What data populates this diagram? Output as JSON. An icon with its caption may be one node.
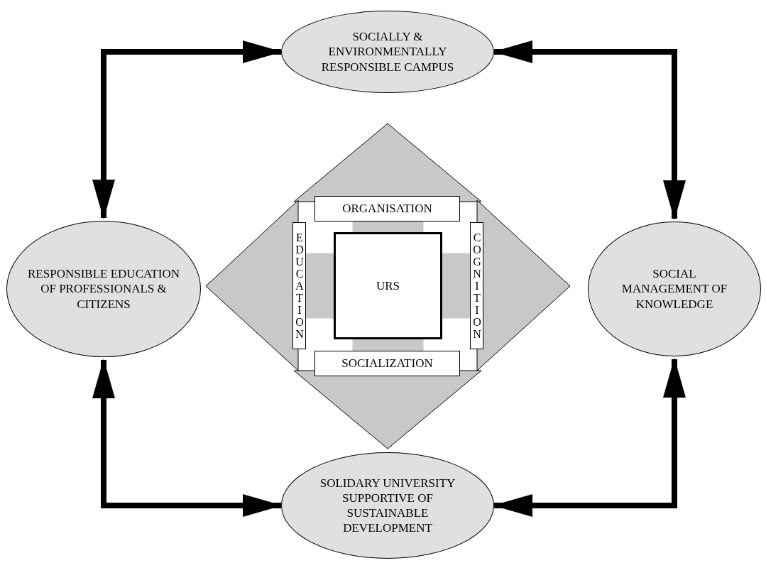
{
  "diagram": {
    "nodes": [
      {
        "text": [
          "SOCIALLY & ENVIRONMENTALLY RESPONSIBLE CAMPUS"
        ]
      },
      {
        "text": [
          "RESPONSIBLE EDUCATION OF PROFESSIONALS & CITIZENS"
        ]
      },
      {
        "text": [
          "URS"
        ]
      },
      {
        "text": [
          "ORGANISATION"
        ]
      },
      {
        "text": [
          "EDUCATION"
        ]
      },
      {
        "text": [
          "COGNITION"
        ]
      },
      {
        "text": [
          "SOCIALIZATION"
        ]
      },
      {
        "text": [
          "SOCIAL MANAGEMENT OF KNOWLEDGE"
        ]
      },
      {
        "text": [
          "SOLIDARY UNIVERSITY SUPPORTIVE OF SUSTAINABLE DEVELOPMENT"
        ]
      }
    ],
    "edges": [
      {
        "from": 0,
        "to": 1,
        "arrow": "both"
      },
      {
        "from": 0,
        "to": 7,
        "arrow": "both"
      },
      {
        "from": 8,
        "to": 1,
        "arrow": "both"
      },
      {
        "from": 8,
        "to": 7,
        "arrow": "both"
      },
      {
        "from": 2,
        "to": 3,
        "arrow": "none",
        "style": "thick",
        "color": "#c8c8c8"
      },
      {
        "from": 2,
        "to": 4,
        "arrow": "none",
        "style": "thick",
        "color": "#c8c8c8"
      },
      {
        "from": 2,
        "to": 5,
        "arrow": "none",
        "style": "thick",
        "color": "#c8c8c8"
      },
      {
        "from": 2,
        "to": 6,
        "arrow": "none",
        "style": "thick",
        "color": "#c8c8c8"
      }
    ]
  }
}
